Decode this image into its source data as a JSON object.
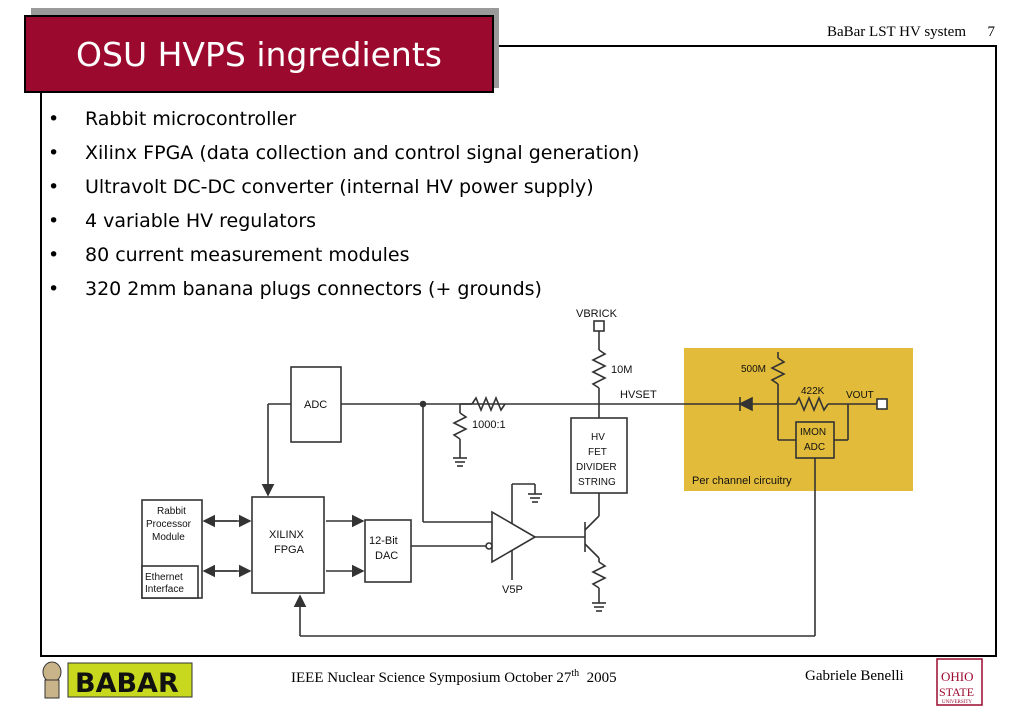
{
  "header": {
    "title_right": "BaBar LST HV system",
    "page_number": "7"
  },
  "title": "OSU HVPS ingredients",
  "bullets": [
    "Rabbit microcontroller",
    "Xilinx FPGA (data collection and control signal generation)",
    "Ultravolt DC-DC converter (internal HV power supply)",
    "4 variable HV regulators",
    "80 current measurement modules",
    "320 2mm banana plugs connectors (+ grounds)"
  ],
  "diagram": {
    "vbrick": "VBRICK",
    "r10m": "10M",
    "hvset": "HVSET",
    "adc": "ADC",
    "divider": "1000:1",
    "hvfet": [
      "HV",
      "FET",
      "DIVIDER",
      "STRING"
    ],
    "rabbit": [
      "Rabbit",
      "Processor",
      "Module"
    ],
    "ethernet": [
      "Ethernet",
      "Interface"
    ],
    "xilinx": [
      "XILINX",
      "FPGA"
    ],
    "dac": [
      "12-Bit",
      "DAC"
    ],
    "v5p": "V5P",
    "r500m": "500M",
    "r422k": "422K",
    "vout": "VOUT",
    "imon": [
      "IMON",
      "ADC"
    ],
    "per_channel": "Per channel circuitry",
    "highlight_color": "#e2bb3a"
  },
  "footer": {
    "conference": "IEEE Nuclear Science Symposium  October 27",
    "sup": "th",
    "year": "  2005",
    "author": "Gabriele Benelli",
    "babar_logo": "BABAR",
    "osu_logo": [
      "OHIO",
      "STATE",
      "UNIVERSITY"
    ]
  }
}
